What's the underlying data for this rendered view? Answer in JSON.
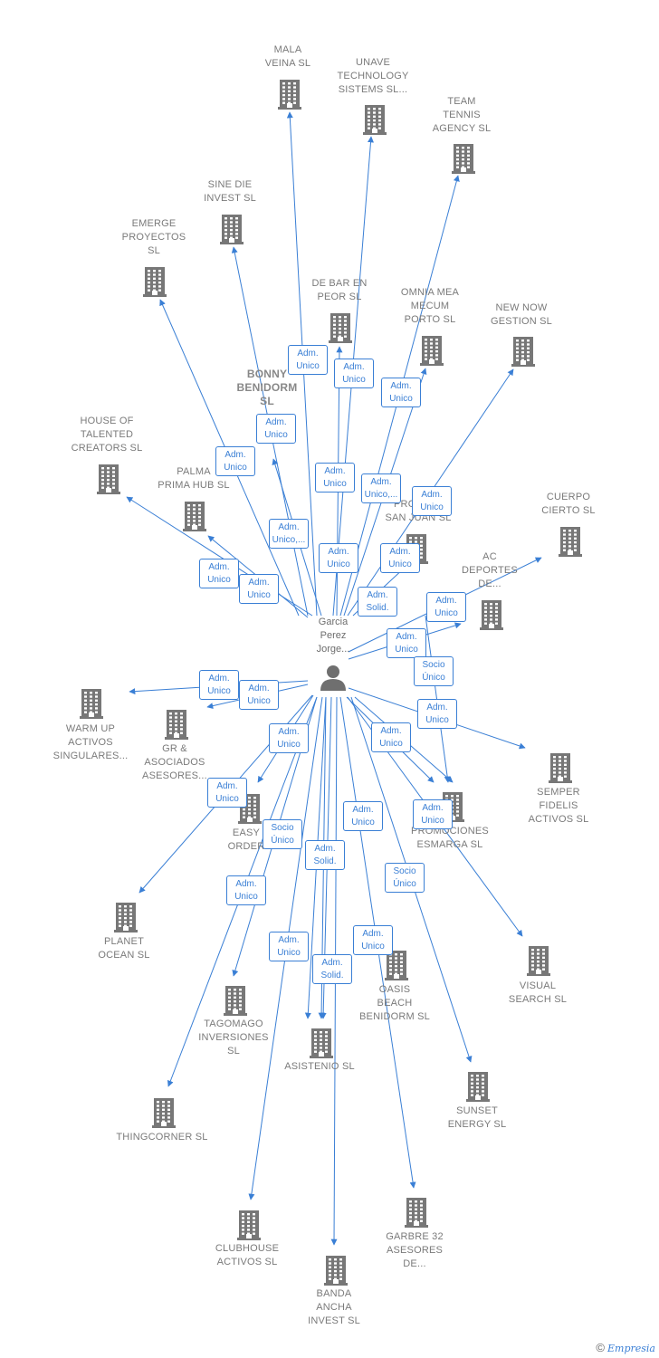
{
  "center": {
    "name": "Garcia\nPerez\nJorge..."
  },
  "companies": [
    {
      "id": "mala-veina",
      "label": "MALA\nVEINA  SL"
    },
    {
      "id": "unave",
      "label": "UNAVE\nTECHNOLOGY\nSISTEMS SL..."
    },
    {
      "id": "team-tennis",
      "label": "TEAM\nTENNIS\nAGENCY  SL"
    },
    {
      "id": "sine-die",
      "label": "SINE DIE\nINVEST SL"
    },
    {
      "id": "emerge",
      "label": "EMERGE\nPROYECTOS\nSL"
    },
    {
      "id": "de-bar",
      "label": "DE BAR EN\nPEOR  SL"
    },
    {
      "id": "omnia",
      "label": "OMNIA MEA\nMECUM\nPORTO SL"
    },
    {
      "id": "new-now",
      "label": "NEW NOW\nGESTION  SL"
    },
    {
      "id": "bonny",
      "label": "BONNY\nBENIDORM\nSL"
    },
    {
      "id": "house",
      "label": "HOUSE OF\nTALENTED\nCREATORS  SL"
    },
    {
      "id": "palma",
      "label": "PALMA\nPRIMA HUB  SL"
    },
    {
      "id": "promo",
      "label": "PROMO       R\nSAN JUAN SL"
    },
    {
      "id": "cuerpo",
      "label": "CUERPO\nCIERTO SL"
    },
    {
      "id": "ac",
      "label": "AC\nDEPORTES\nDE..."
    },
    {
      "id": "warm-up",
      "label": "WARM UP\nACTIVOS\nSINGULARES..."
    },
    {
      "id": "gr",
      "label": "GR &\nASOCIADOS\nASESORES..."
    },
    {
      "id": "semper",
      "label": "SEMPER\nFIDELIS\nACTIVOS  SL"
    },
    {
      "id": "easy",
      "label": "EASY\nORDER"
    },
    {
      "id": "esmarga",
      "label": "PROMOCIONES\nESMARGA  SL"
    },
    {
      "id": "planet",
      "label": "PLANET\nOCEAN SL"
    },
    {
      "id": "visual",
      "label": "VISUAL\nSEARCH  SL"
    },
    {
      "id": "tagomago",
      "label": "TAGOMAGO\nINVERSIONES\nSL"
    },
    {
      "id": "oasis",
      "label": "OASIS\nBEACH\nBENIDORM  SL"
    },
    {
      "id": "asistenio",
      "label": "ASISTENIO  SL"
    },
    {
      "id": "thingcorner",
      "label": "THINGCORNER SL"
    },
    {
      "id": "sunset",
      "label": "SUNSET\nENERGY  SL"
    },
    {
      "id": "clubhouse",
      "label": "CLUBHOUSE\nACTIVOS  SL"
    },
    {
      "id": "garbre",
      "label": "GARBRE 32\nASESORES\nDE..."
    },
    {
      "id": "banda",
      "label": "BANDA\nANCHA\nINVEST SL"
    }
  ],
  "relations": [
    "Adm.\nUnico",
    "Adm.\nUnico",
    "Adm.\nUnico",
    "Adm.\nUnico",
    "Adm.\nUnico",
    "Adm.\nUnico",
    "Adm.\nUnico,...",
    "Adm.\nUnico",
    "Adm.\nUnico,...",
    "Adm.\nUnico",
    "Adm.\nUnico",
    "Adm.\nSolid.",
    "Adm.\nUnico",
    "Adm.\nUnico",
    "Socio\nÚnico",
    "Adm.\nUnico",
    "Adm.\nUnico",
    "Adm.\nUnico",
    "Adm.\nUnico",
    "Adm.\nUnico",
    "Adm.\nUnico",
    "Socio\nÚnico",
    "Adm.\nSolid.",
    "Adm.\nUnico",
    "Adm.\nUnico",
    "Socio\nÚnico",
    "Adm.\nUnico",
    "Adm.\nSolid.",
    "Adm.\nUnico",
    "Adm.\nUnico",
    "Adm.\nUnico",
    "Adm.\nUnico"
  ],
  "footer": {
    "copyright": "©",
    "brand": "Empresia"
  },
  "colors": {
    "edge": "#3a7fd5",
    "building": "#777777",
    "label": "#7a7a7a"
  },
  "icons": {
    "company": "building-icon",
    "center": "person-icon"
  }
}
